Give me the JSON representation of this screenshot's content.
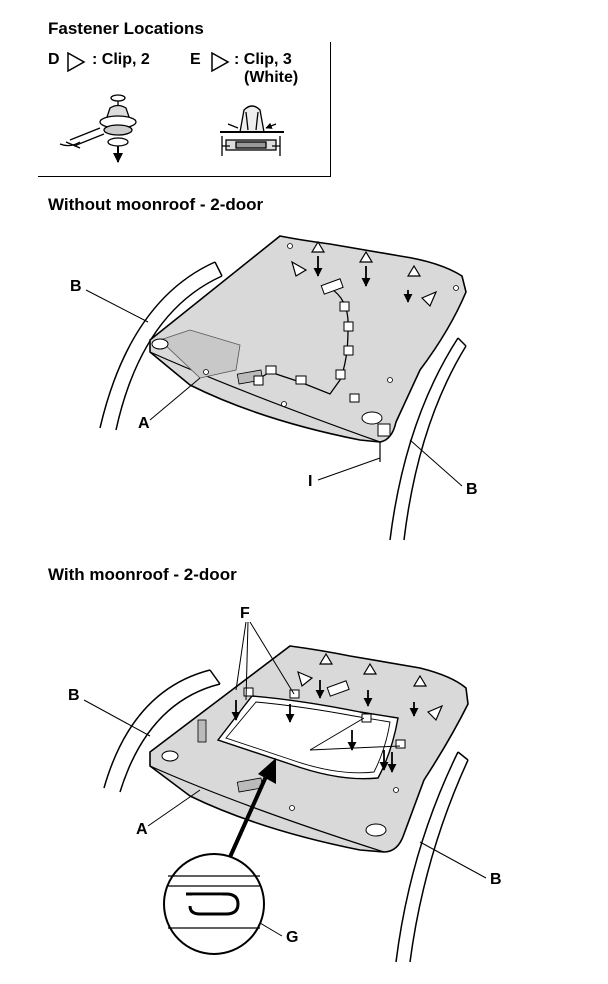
{
  "fastener": {
    "title": "Fastener Locations",
    "d_letter": "D",
    "d_text": ": Clip, 2",
    "e_letter": "E",
    "e_text": ": Clip, 3",
    "e_sub": "(White)"
  },
  "section1": {
    "title": "Without moonroof - 2-door",
    "labels": {
      "A": "A",
      "B_left": "B",
      "B_right": "B",
      "I": "I",
      "D1": "D",
      "D2": "D",
      "E1": "E",
      "E2": "E",
      "E3": "E"
    }
  },
  "section2": {
    "title": "With moonroof - 2-door",
    "labels": {
      "A": "A",
      "B_left": "B",
      "B_right": "B",
      "F_top": "F",
      "F_mid": "F",
      "G": "G",
      "D1": "D",
      "D2": "D",
      "E1": "E",
      "E2": "E",
      "E3": "E"
    }
  }
}
